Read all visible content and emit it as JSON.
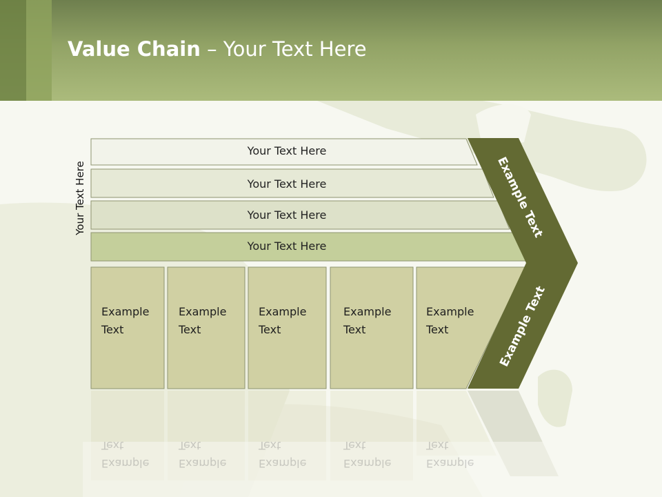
{
  "header": {
    "title_bold": "Value Chain",
    "title_rest": " – Your Text Here"
  },
  "side_label": "Your Text Here",
  "bands": [
    {
      "label": "Your Text Here"
    },
    {
      "label": "Your Text Here"
    },
    {
      "label": "Your Text Here"
    },
    {
      "label": "Your Text Here"
    }
  ],
  "cells": [
    {
      "line1": "Example",
      "line2": "Text"
    },
    {
      "line1": "Example",
      "line2": "Text"
    },
    {
      "line1": "Example",
      "line2": "Text"
    },
    {
      "line1": "Example",
      "line2": "Text"
    },
    {
      "line1": "Example",
      "line2": "Text"
    }
  ],
  "chevron": {
    "upper": "Example Text",
    "lower": "Example Text"
  },
  "colors": {
    "header": "#92a366",
    "chevron": "#636a33",
    "cell": "#d0d0a3"
  }
}
